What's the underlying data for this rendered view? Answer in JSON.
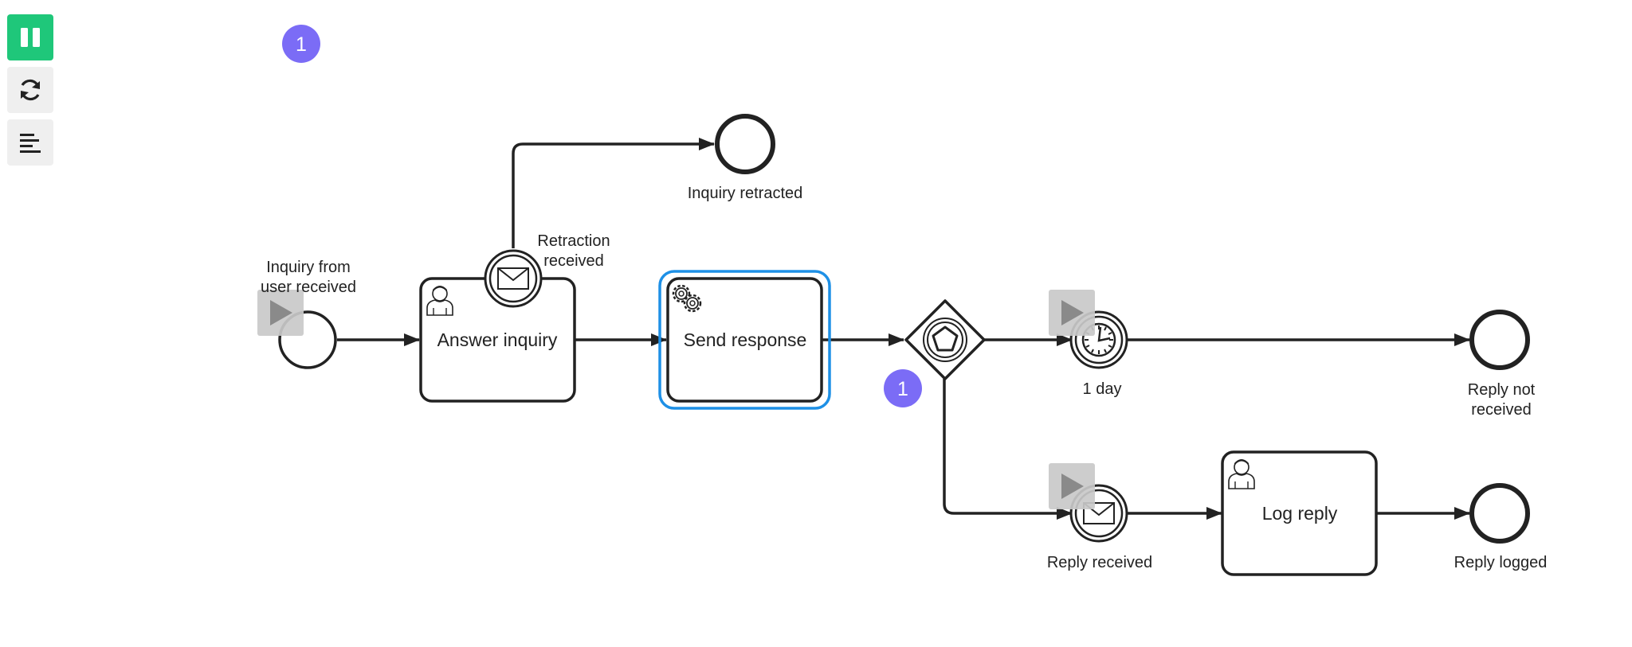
{
  "toolbar": {
    "buttons": [
      {
        "name": "pause-button",
        "icon": "pause-icon",
        "active": true
      },
      {
        "name": "reset-button",
        "icon": "refresh-icon",
        "active": false
      },
      {
        "name": "log-button",
        "icon": "align-left-icon",
        "active": false
      }
    ]
  },
  "colors": {
    "active_button": "#1fc77a",
    "badge": "#7b6cf6",
    "selection": "#1e90e6",
    "stroke": "#222222",
    "trigger_bg": "#c9c9c9"
  },
  "diagram": {
    "process_badge": "1",
    "gateway_badge": "1",
    "start_event": {
      "label_line1": "Inquiry from",
      "label_line2": "user received"
    },
    "task_answer": {
      "label": "Answer inquiry",
      "icon": "user-icon"
    },
    "boundary_retraction": {
      "label_line1": "Retraction",
      "label_line2": "received",
      "icon": "envelope-icon"
    },
    "end_retracted": {
      "label": "Inquiry retracted"
    },
    "task_send": {
      "label": "Send response",
      "icon": "gear-icon",
      "selected": true
    },
    "gateway": {
      "icon": "pentagon-icon"
    },
    "timer_event": {
      "label": "1 day",
      "icon": "clock-icon"
    },
    "end_not_received": {
      "label_line1": "Reply not",
      "label_line2": "received"
    },
    "message_event": {
      "label": "Reply received",
      "icon": "envelope-icon"
    },
    "task_log": {
      "label": "Log reply",
      "icon": "user-icon"
    },
    "end_logged": {
      "label": "Reply logged"
    }
  }
}
